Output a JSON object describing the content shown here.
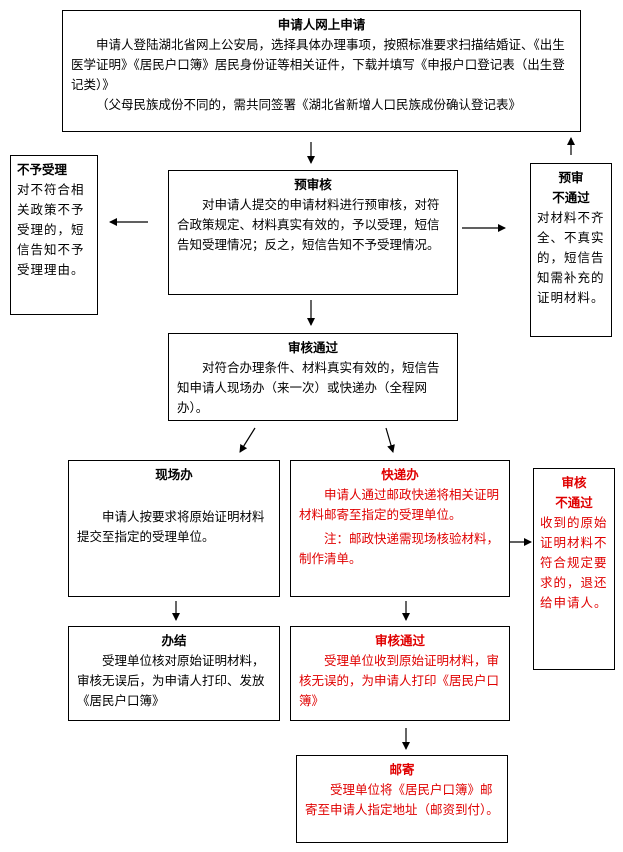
{
  "apply": {
    "title": "申请人网上申请",
    "body": "申请人登陆湖北省网上公安局，选择具体办理事项，按照标准要求扫描结婚证、《出生医学证明》《居民户口簿》居民身份证等相关证件，下载并填写《申报户口登记表（出生登记类）》",
    "note": "（父母民族成份不同的，需共同签署《湖北省新增人口民族成份确认登记表》"
  },
  "reject": {
    "title": "不予受理",
    "body": "对不符合相关政策不予受理的，短信告知不予受理理由。"
  },
  "pre_review": {
    "title": "预审核",
    "body": "对申请人提交的申请材料进行预审核，对符合政策规定、材料真实有效的，予以受理，短信告知受理情况；反之，短信告知不予受理情况。"
  },
  "pre_fail": {
    "title": "预审",
    "subtitle": "不通过",
    "body": "对材料不齐全、不真实的，短信告知需补充的证明材料。"
  },
  "review_pass": {
    "title": "审核通过",
    "body": "对符合办理条件、材料真实有效的，短信告知申请人现场办（来一次）或快递办（全程网办）。"
  },
  "onsite": {
    "title": "现场办",
    "body": "申请人按要求将原始证明材料提交至指定的受理单位。"
  },
  "express": {
    "title": "快递办",
    "body": "申请人通过邮政快递将相关证明材料邮寄至指定的受理单位。",
    "note": "注：邮政快递需现场核验材料，制作清单。"
  },
  "audit_fail": {
    "title": "审核",
    "subtitle": "不通过",
    "body": "收到的原始证明材料不符合规定要求的，退还给申请人。"
  },
  "finish": {
    "title": "办结",
    "body": "受理单位核对原始证明材料，审核无误后，为申请人打印、发放《居民户口簿》"
  },
  "audit_pass": {
    "title": "审核通过",
    "body": "受理单位收到原始证明材料，审核无误的，为申请人打印《居民户口簿》"
  },
  "mail": {
    "title": "邮寄",
    "body": "受理单位将《居民户口簿》邮寄至申请人指定地址（邮资到付）。"
  }
}
